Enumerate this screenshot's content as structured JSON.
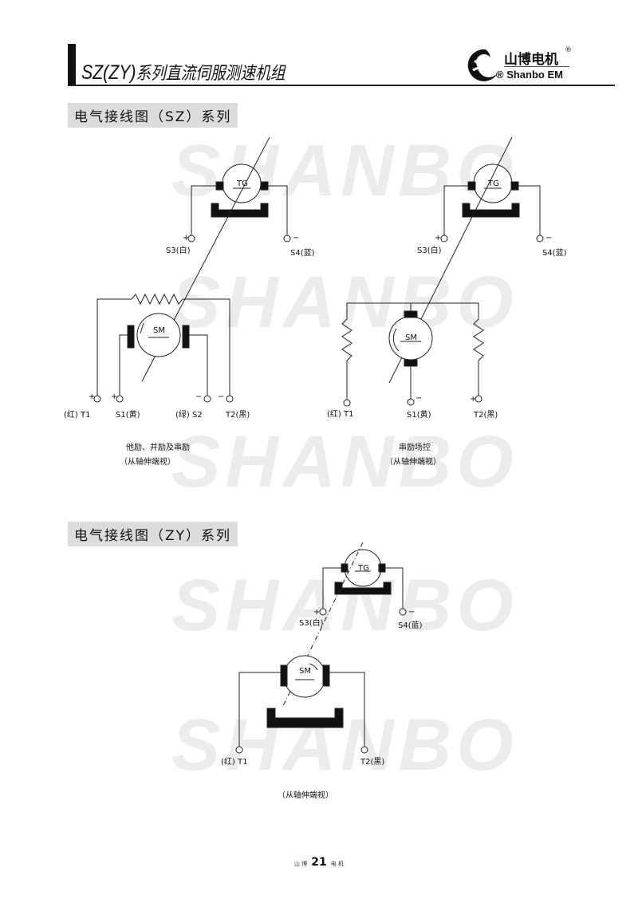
{
  "header": {
    "title_prefix": "SZ(ZY)",
    "title_rest": "系列直流伺服测速机组",
    "logo_cn": "山博电机",
    "logo_reg": "®",
    "logo_en": "® Shanbo EM"
  },
  "watermark": "SHANBO",
  "sections": [
    {
      "heading": "电气接线图（SZ）系列"
    },
    {
      "heading": "电气接线图（ZY）系列"
    }
  ],
  "diagrams": {
    "sz_left": {
      "tg": "TG",
      "sm": "SM",
      "s3": "S3(白)",
      "s4": "S4(蓝)",
      "t1": "(红) T1",
      "s1": "S1(黄)",
      "s2": "(绿) S2",
      "t2": "T2(黑)",
      "plus": "+",
      "minus": "−",
      "caption1": "他励、并励及串励",
      "caption2": "（从轴伸端视）"
    },
    "sz_right": {
      "tg": "TG",
      "sm": "SM",
      "s3": "S3(白)",
      "s4": "S4(蓝)",
      "t1": "(红) T1",
      "s1": "S1(黄)",
      "t2": "T2(黑)",
      "plus": "+",
      "minus": "−",
      "caption1": "串励场控",
      "caption2": "（从轴伸端视）"
    },
    "zy": {
      "tg": "TG",
      "sm": "SM",
      "s3": "S3(白)",
      "s4": "S4(蓝)",
      "t1": "(红) T1",
      "t2": "T2(黑)",
      "plus": "+",
      "minus": "−",
      "caption": "（从轴伸端视）"
    }
  },
  "footer": {
    "left": "山 博",
    "page": "21",
    "right": "电 机"
  }
}
